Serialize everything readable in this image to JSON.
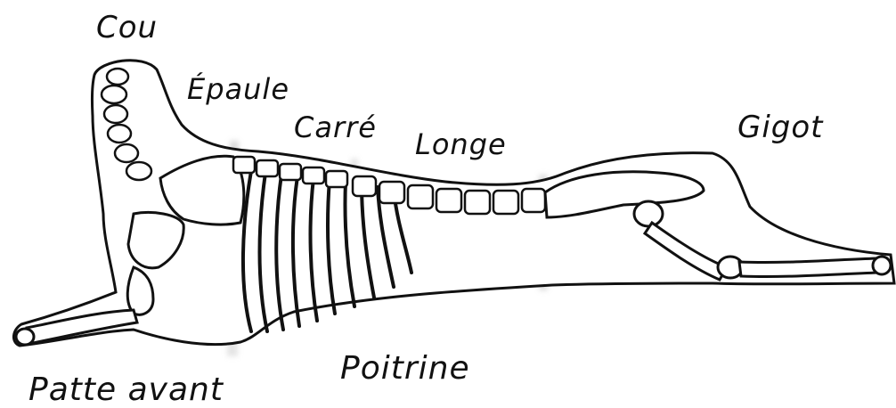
{
  "labels": {
    "cou": "Cou",
    "epaule": "Épaule",
    "carre": "Carré",
    "longe": "Longe",
    "gigot": "Gigot",
    "poitrine": "Poitrine",
    "patte_avant": "Patte avant"
  },
  "colors": {
    "outline": "#111111",
    "region_shade": "#d9d9d9",
    "background": "#ffffff"
  }
}
